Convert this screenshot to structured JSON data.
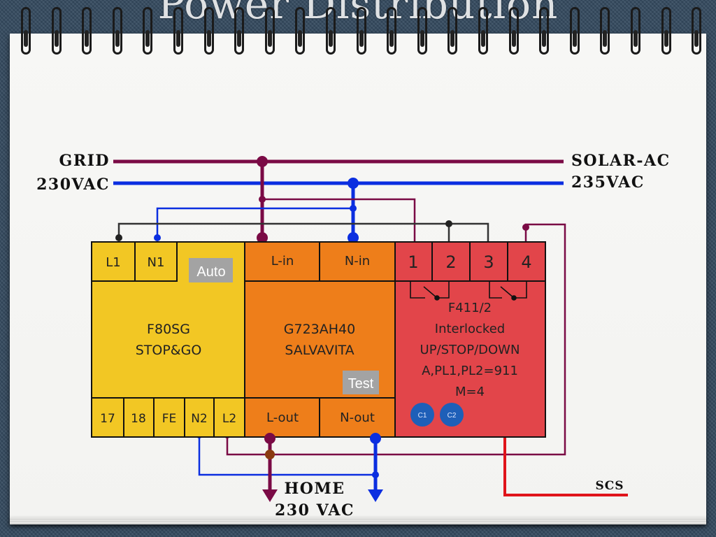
{
  "title": "Power Distribution",
  "grid": {
    "name": "GRID",
    "voltage": "230VAC"
  },
  "solar": {
    "name": "SOLAR-AC",
    "voltage": "235VAC"
  },
  "home": {
    "name": "HOME",
    "voltage": "230 VAC"
  },
  "scs": "SCS",
  "modules": {
    "stopgo": {
      "top_terminals": [
        "L1",
        "N1"
      ],
      "button": "Auto",
      "line1": "F80SG",
      "line2": "STOP&GO",
      "bottom_terminals": [
        "17",
        "18",
        "FE",
        "N2",
        "L2"
      ]
    },
    "salvavita": {
      "top_terminals": [
        "L-in",
        "N-in"
      ],
      "line1": "G723AH40",
      "line2": "SALVAVITA",
      "button": "Test",
      "bottom_terminals": [
        "L-out",
        "N-out"
      ]
    },
    "actuator": {
      "top_terminals": [
        "1",
        "2",
        "3",
        "4"
      ],
      "lines": [
        "F411/2",
        "Interlocked",
        "UP/STOP/DOWN",
        "A,PL1,PL2=911",
        "M=4"
      ],
      "leds": [
        "C1",
        "C2"
      ]
    }
  },
  "colors": {
    "phase": "#7a0a45",
    "neutral": "#0b2ee0",
    "common": "#333333",
    "scs_line": "#e0141b",
    "stopgo_body": "#f2c724",
    "salvavita_body": "#ee7e1a",
    "actuator_body": "#e2454a",
    "led": "#1e5fb8"
  }
}
